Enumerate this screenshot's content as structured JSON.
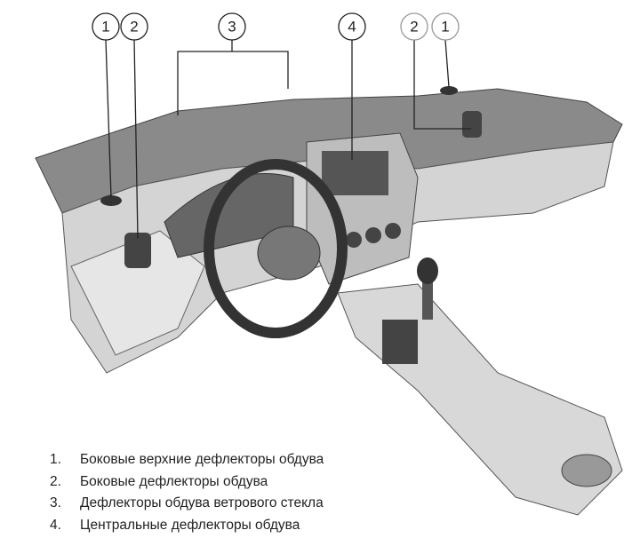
{
  "figure": {
    "callouts": [
      "1",
      "2",
      "3",
      "4",
      "2",
      "1"
    ],
    "legend": [
      {
        "num": "1.",
        "text": "Боковые верхние дефлекторы обдува"
      },
      {
        "num": "2.",
        "text": "Боковые дефлекторы обдува"
      },
      {
        "num": "3.",
        "text": "Дефлекторы обдува ветрового стекла"
      },
      {
        "num": "4.",
        "text": "Центральные дефлекторы обдува"
      }
    ]
  }
}
